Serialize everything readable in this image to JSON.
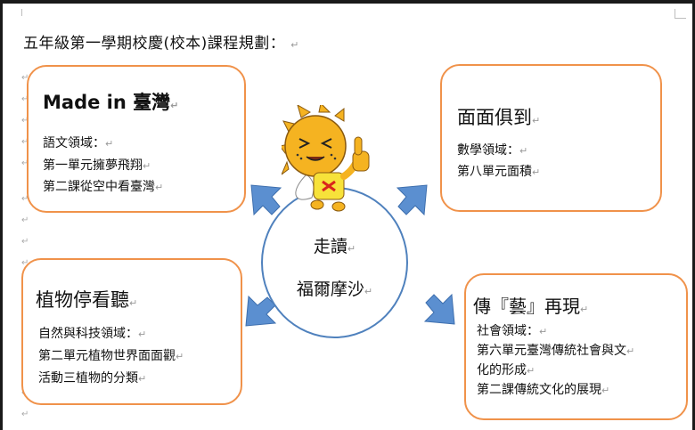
{
  "page": {
    "title": "五年級第一學期校慶(校本)課程規劃：",
    "paragraph_mark": "↵"
  },
  "hub": {
    "line1": "走讀",
    "line2": "福爾摩沙"
  },
  "boxes": {
    "made_in_taiwan": {
      "heading": "Made in 臺灣",
      "lines": [
        "語文領域：",
        "第一單元擁夢飛翔",
        "第二課從空中看臺灣"
      ]
    },
    "math": {
      "heading": "面面俱到",
      "lines": [
        "數學領域：",
        "第八單元面積"
      ]
    },
    "nature": {
      "heading": "植物停看聽",
      "lines": [
        "自然與科技領域：",
        "第二單元植物世界面面觀",
        "活動三植物的分類"
      ]
    },
    "social": {
      "heading": "傳『藝』再現",
      "lines": [
        "社會領域：",
        "第六單元臺灣傳統社會與文",
        "化的形成",
        "第二課傳統文化的展現"
      ]
    }
  },
  "colors": {
    "box_border": "#f0924a",
    "hub_border": "#4f81bd",
    "arrow_fill": "#5b8fd0",
    "mascot_body": "#f5b321",
    "mascot_shirt": "#f7e23a",
    "mascot_badge": "#d9261c"
  },
  "icons": {
    "mascot": "sun-mascot-thumbs-up-illustration"
  }
}
